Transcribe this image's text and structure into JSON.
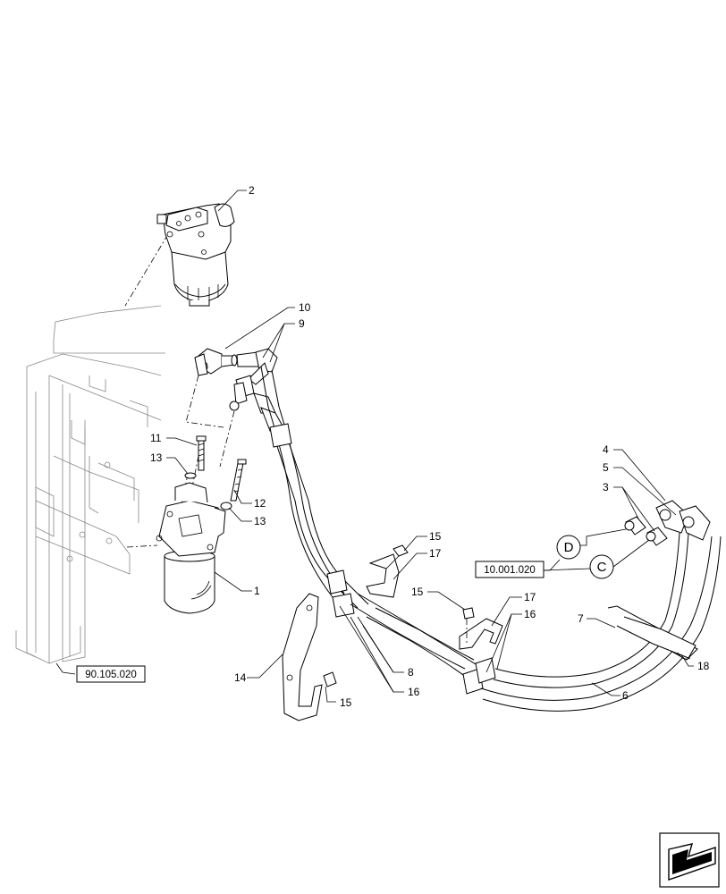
{
  "callouts": {
    "c1": "1",
    "c2": "2",
    "c3": "3",
    "c4": "4",
    "c5": "5",
    "c6": "6",
    "c7": "7",
    "c8": "8",
    "c9": "9",
    "c10": "10",
    "c11": "11",
    "c12": "12",
    "c13a": "13",
    "c13b": "13",
    "c14": "14",
    "c15a": "15",
    "c15b": "15",
    "c15c": "15",
    "c16a": "16",
    "c16b": "16",
    "c17a": "17",
    "c17b": "17",
    "c18": "18"
  },
  "references": {
    "ref_engine": "10.001.020",
    "ref_frame": "90.105.020"
  },
  "connectors": {
    "d": "D",
    "c": "C"
  },
  "icons": {
    "nav": "navigation-arrow-icon"
  }
}
